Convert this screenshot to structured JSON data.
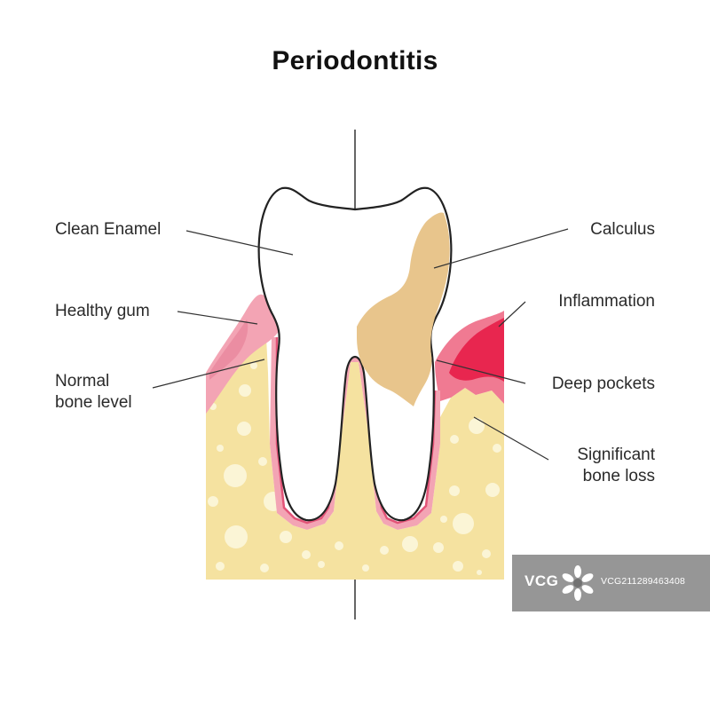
{
  "title": "Periodontitis",
  "labels": {
    "clean_enamel": "Clean Enamel",
    "healthy_gum": "Healthy gum",
    "normal_bone_line1": "Normal",
    "normal_bone_line2": "bone level",
    "calculus": "Calculus",
    "inflammation": "Inflammation",
    "deep_pockets": "Deep pockets",
    "bone_loss_line1": "Significant",
    "bone_loss_line2": "bone loss"
  },
  "watermark": {
    "logo": "VCG",
    "id": "VCG211289463408"
  },
  "colors": {
    "bone": "#f5e2a0",
    "bone_spot": "#fbf5d6",
    "gum": "#f3a4b4",
    "gum_dark": "#e9879d",
    "inflammation": "#e8264f",
    "calculus": "#e8c58c",
    "outline": "#222222",
    "pulp_edge": "#e35478"
  }
}
